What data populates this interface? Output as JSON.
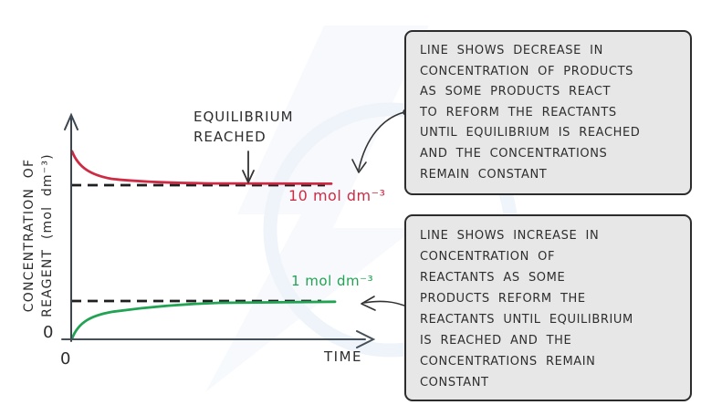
{
  "figure": {
    "y_axis_label": "CONCENTRATION OF\nREAGENT (mol dm⁻³)",
    "origin_zero_y": "0",
    "origin_zero_x": "0",
    "equilibrium_annotation": "EQUILIBRIUM\nREACHED"
  },
  "callouts": {
    "top_note": "LINE SHOWS DECREASE IN\nCONCENTRATION OF PRODUCTS\nAS SOME PRODUCTS REACT\nTO REFORM THE REACTANTS\nUNTIL EQUILIBRIUM IS REACHED\nAND THE CONCENTRATIONS\nREMAIN CONSTANT",
    "bottom_note": "LINE SHOWS INCREASE IN\nCONCENTRATION OF\nREACTANTS AS SOME\nPRODUCTS REFORM THE\nREACTANTS UNTIL EQUILIBRIUM\nIS REACHED AND THE\nCONCENTRATIONS REMAIN\nCONSTANT"
  },
  "colors": {
    "products_line": "#cd2b44",
    "reactants_line": "#21a353",
    "axis": "#3c4650",
    "dashed_guide": "#1f1f1f",
    "callout_fill": "#e7e7e7",
    "callout_border": "#2c2c2c",
    "text": "#2d2d2d",
    "watermark": "#e3ecf7"
  },
  "chart_data": {
    "type": "line",
    "title": "",
    "xlabel": "TIME",
    "ylabel": "CONCENTRATION OF REAGENT (mol dm⁻³)",
    "x_axis": {
      "start_tick_label": "0",
      "arrow": true,
      "units": "time (unscaled)"
    },
    "y_axis": {
      "start_tick_label": "0",
      "arrow": true,
      "units": "mol dm⁻³"
    },
    "grid": false,
    "legend_position": "none",
    "dashed_guides_mol_dm3": [
      10,
      1
    ],
    "series": [
      {
        "name": "products",
        "label": "10 mol dm⁻³",
        "color": "#cd2b44",
        "equilibrium_value_mol_dm3": 10,
        "trend": "decreases exponentially from initial value and levels off at 10 mol dm⁻³ when equilibrium is reached",
        "x": [
          0,
          1,
          2,
          3,
          4,
          5,
          6,
          7,
          8,
          9,
          10
        ],
        "y": [
          12.1,
          11.2,
          10.6,
          10.3,
          10.15,
          10.08,
          10.04,
          10.02,
          10.01,
          10.0,
          10.0
        ]
      },
      {
        "name": "reactants",
        "label": "1 mol dm⁻³",
        "color": "#21a353",
        "equilibrium_value_mol_dm3": 1,
        "trend": "increases exponentially from 0 and levels off at 1 mol dm⁻³ when equilibrium is reached",
        "x": [
          0,
          1,
          2,
          3,
          4,
          5,
          6,
          7,
          8,
          9,
          10
        ],
        "y": [
          0,
          0.45,
          0.68,
          0.81,
          0.89,
          0.94,
          0.97,
          0.98,
          0.99,
          1.0,
          1.0
        ]
      }
    ],
    "annotations": [
      {
        "text": "EQUILIBRIUM\nREACHED",
        "points_to": "point on time axis where both concentrations become constant"
      }
    ]
  }
}
